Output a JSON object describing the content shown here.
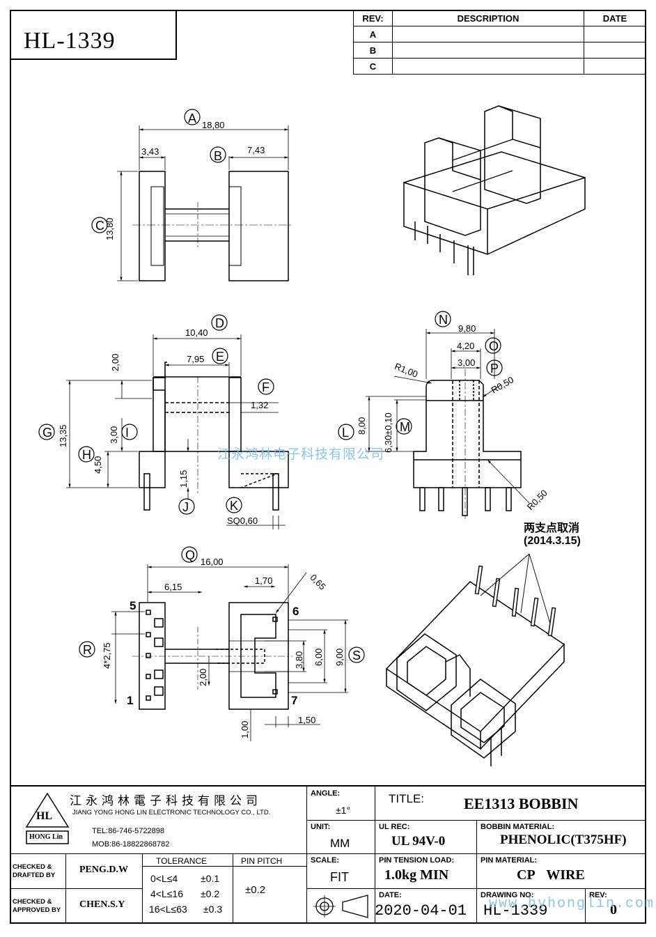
{
  "drawing_code": "HL-1339",
  "revision_table": {
    "headers": [
      "REV:",
      "DESCRIPTION",
      "DATE"
    ],
    "rows": [
      "A",
      "B",
      "C"
    ]
  },
  "views": {
    "top": {
      "dims": {
        "A": "18,80",
        "B": "7,43",
        "C": "13,80",
        "left": "3,43"
      },
      "letters": [
        "A",
        "B",
        "C"
      ]
    },
    "front": {
      "dims": {
        "D": "10,40",
        "E": "7,95",
        "top": "2,00",
        "F": "1,32",
        "G": "13,35",
        "I": "3,00",
        "H": "4,50",
        "J": "1,15",
        "K": "SQ0,60"
      },
      "letters": [
        "D",
        "E",
        "F",
        "G",
        "H",
        "I",
        "J",
        "K"
      ]
    },
    "side": {
      "dims": {
        "N": "9,80",
        "O": "4,20",
        "P": "3,00",
        "r1": "R1,00",
        "r2": "R0,50",
        "r3": "R0,50",
        "L": "8,00",
        "M": "6,30±0,10"
      },
      "letters": [
        "N",
        "O",
        "P",
        "L",
        "M"
      ]
    },
    "bottom": {
      "dims": {
        "Q": "16,00",
        "w1": "6,15",
        "w2": "1,70",
        "w3": "0,65",
        "R": "4*2,75",
        "S": "9,00",
        "h1": "6,00",
        "h2": "3,80",
        "h3": "2,00",
        "b1": "1,00",
        "b2": "1,50"
      },
      "letters": [
        "Q",
        "R",
        "S"
      ],
      "pins": [
        "5",
        "6",
        "1",
        "7"
      ]
    },
    "note": {
      "line1": "两支点取消",
      "line2": "(2014.3.15)"
    }
  },
  "company": {
    "name_cn": "江永鸿林電子科技有限公司",
    "name_en": "JIANG YONG HONG LIN ELECTRONIC TECHNOLOGY CO., LTD.",
    "tel": "TEL:86-746-5722898",
    "mob": "MOB:86-18822868782",
    "logo_initials": "HL",
    "logo_text": "HONG Lin"
  },
  "title_block": {
    "angle_label": "ANGLE:",
    "angle_value": "±1°",
    "title_label": "TITLE:",
    "title_value": "EE1313 BOBBIN",
    "unit_label": "UNIT:",
    "unit_value": "MM",
    "ul_label": "UL REC:",
    "ul_value": "UL 94V-0",
    "bobbin_mat_label": "BOBBIN MATERIAL:",
    "bobbin_mat_value": "PHENOLIC(T375HF)",
    "scale_label": "SCALE:",
    "scale_value": "FIT",
    "pin_tension_label": "PIN TENSION LOAD:",
    "pin_tension_value": "1.0kg MIN",
    "pin_mat_label": "PIN MATERIAL:",
    "pin_mat_value": "CP WIRE",
    "date_label": "DATE:",
    "date_value": "2020-04-01",
    "drawing_no_label": "DRAWING NO:",
    "drawing_no_value": "HL-1339",
    "rev_label": "REV:",
    "rev_value": "0",
    "checked_drafted_label1": "CHECKED &",
    "checked_drafted_label2": "DRAFTED BY",
    "drafted_by": "PENG.D.W",
    "checked_approved_label1": "CHECKED &",
    "checked_approved_label2": "APPROVED BY",
    "approved_by": "CHEN.S.Y",
    "tolerance_label": "TOLERANCE",
    "tolerances": [
      {
        "range": "0<L≤4",
        "tol": "±0.1"
      },
      {
        "range": "4<L≤16",
        "tol": "±0.2"
      },
      {
        "range": "16<L≤63",
        "tol": "±0.3"
      }
    ],
    "pin_pitch_label": "PIN PITCH",
    "pin_pitch_value": "±0.2"
  },
  "watermarks": {
    "center": "江永鸿林电子科技有限公司",
    "bottom": "www.hyhonglin.com.cn"
  }
}
